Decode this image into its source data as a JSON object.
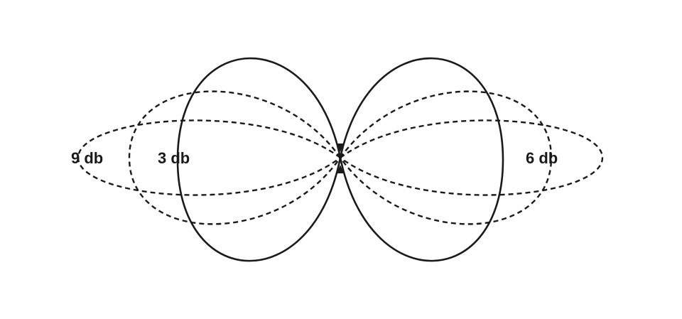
{
  "diagram": {
    "labels": {
      "nine_db": "9 db",
      "three_db": "3 db",
      "six_db": "6 db"
    },
    "colors": {
      "stroke": "#1a1a1a",
      "background": "#ffffff"
    }
  }
}
